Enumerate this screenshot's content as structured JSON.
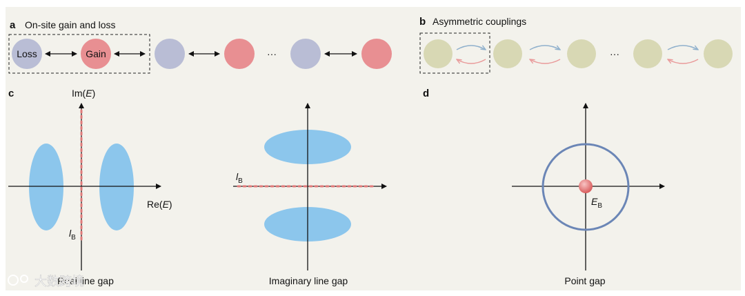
{
  "colors": {
    "background": "#f3f2ec",
    "loss": "#b9bdd5",
    "gain": "#e88f92",
    "coupling_node": "#d8d8b4",
    "spectrum": "#8cc6ec",
    "bound_line": "#e07a7a",
    "loop": "#6b86b6",
    "arrow_blue": "#8fb0cc",
    "arrow_red": "#e99a9a"
  },
  "panel_a": {
    "letter": "a",
    "title": "On-site gain and loss",
    "loss_label": "Loss",
    "gain_label": "Gain",
    "ellipsis": "···"
  },
  "panel_b": {
    "letter": "b",
    "title": "Asymmetric couplings",
    "ellipsis": "···"
  },
  "panel_c": {
    "letter": "c",
    "im_axis_label": "Im(",
    "im_axis_var": "E",
    "im_axis_close": ")",
    "re_axis_label": "Re(",
    "re_axis_var": "E",
    "re_axis_close": ")",
    "bound_symbol": "l",
    "bound_sub": "B",
    "caption_left": "Real line gap",
    "caption_right": "Imaginary line gap"
  },
  "panel_d": {
    "letter": "d",
    "bound_symbol": "E",
    "bound_sub": "B",
    "caption": "Point gap"
  },
  "watermark": {
    "text": "大数跨境"
  }
}
